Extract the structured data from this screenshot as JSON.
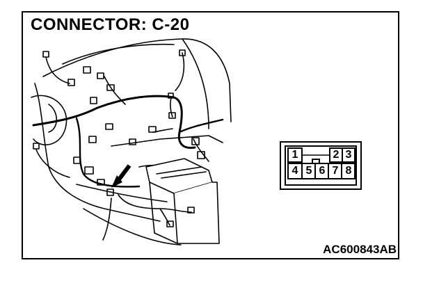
{
  "title": "CONNECTOR: C-20",
  "figure_id": "AC600843AB",
  "connector": {
    "top_row": [
      "1",
      "2",
      "3"
    ],
    "bottom_row": [
      "4",
      "5",
      "6",
      "7",
      "8"
    ]
  }
}
